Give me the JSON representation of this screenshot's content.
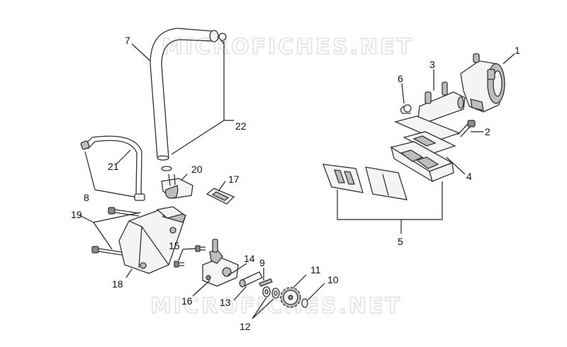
{
  "watermarks": [
    "MICROFICHES.NET",
    "MICROFICHES.NET"
  ],
  "callouts": [
    "1",
    "2",
    "3",
    "4",
    "5",
    "6",
    "7",
    "8",
    "9",
    "10",
    "11",
    "12",
    "13",
    "14",
    "15",
    "16",
    "17",
    "18",
    "19",
    "20",
    "21",
    "22"
  ]
}
